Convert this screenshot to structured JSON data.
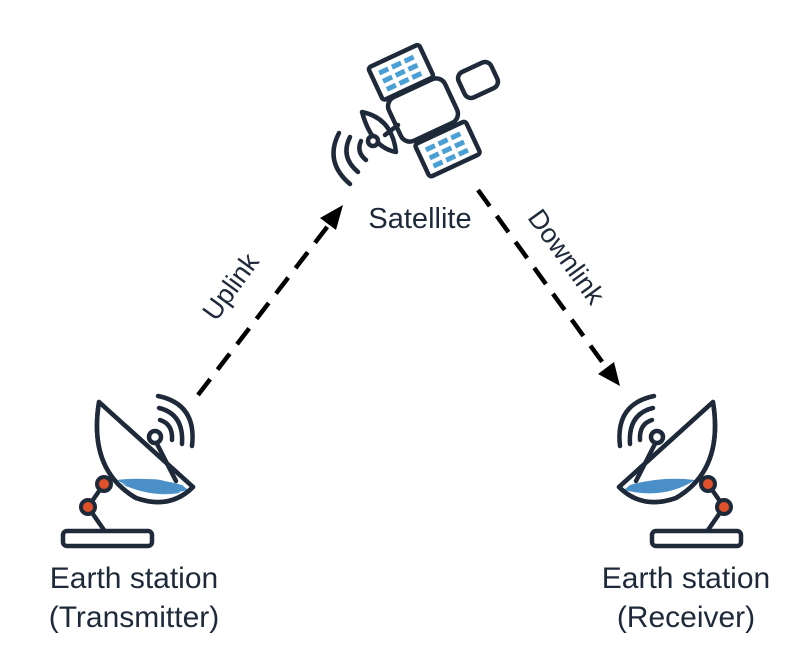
{
  "nodes": {
    "satellite": {
      "label": "Satellite",
      "icon": "satellite-icon"
    },
    "transmitter": {
      "label_line1": "Earth station",
      "label_line2": "(Transmitter)",
      "icon": "satellite-dish-icon"
    },
    "receiver": {
      "label_line1": "Earth station",
      "label_line2": "(Receiver)",
      "icon": "satellite-dish-icon"
    }
  },
  "links": {
    "uplink": {
      "label": "Uplink"
    },
    "downlink": {
      "label": "Downlink"
    }
  },
  "colors": {
    "ink": "#1e2a3a",
    "arrow": "#000000",
    "panel": "#4a9fd4",
    "dish_fill": "#4a8fc8",
    "joint": "#e0502a"
  }
}
